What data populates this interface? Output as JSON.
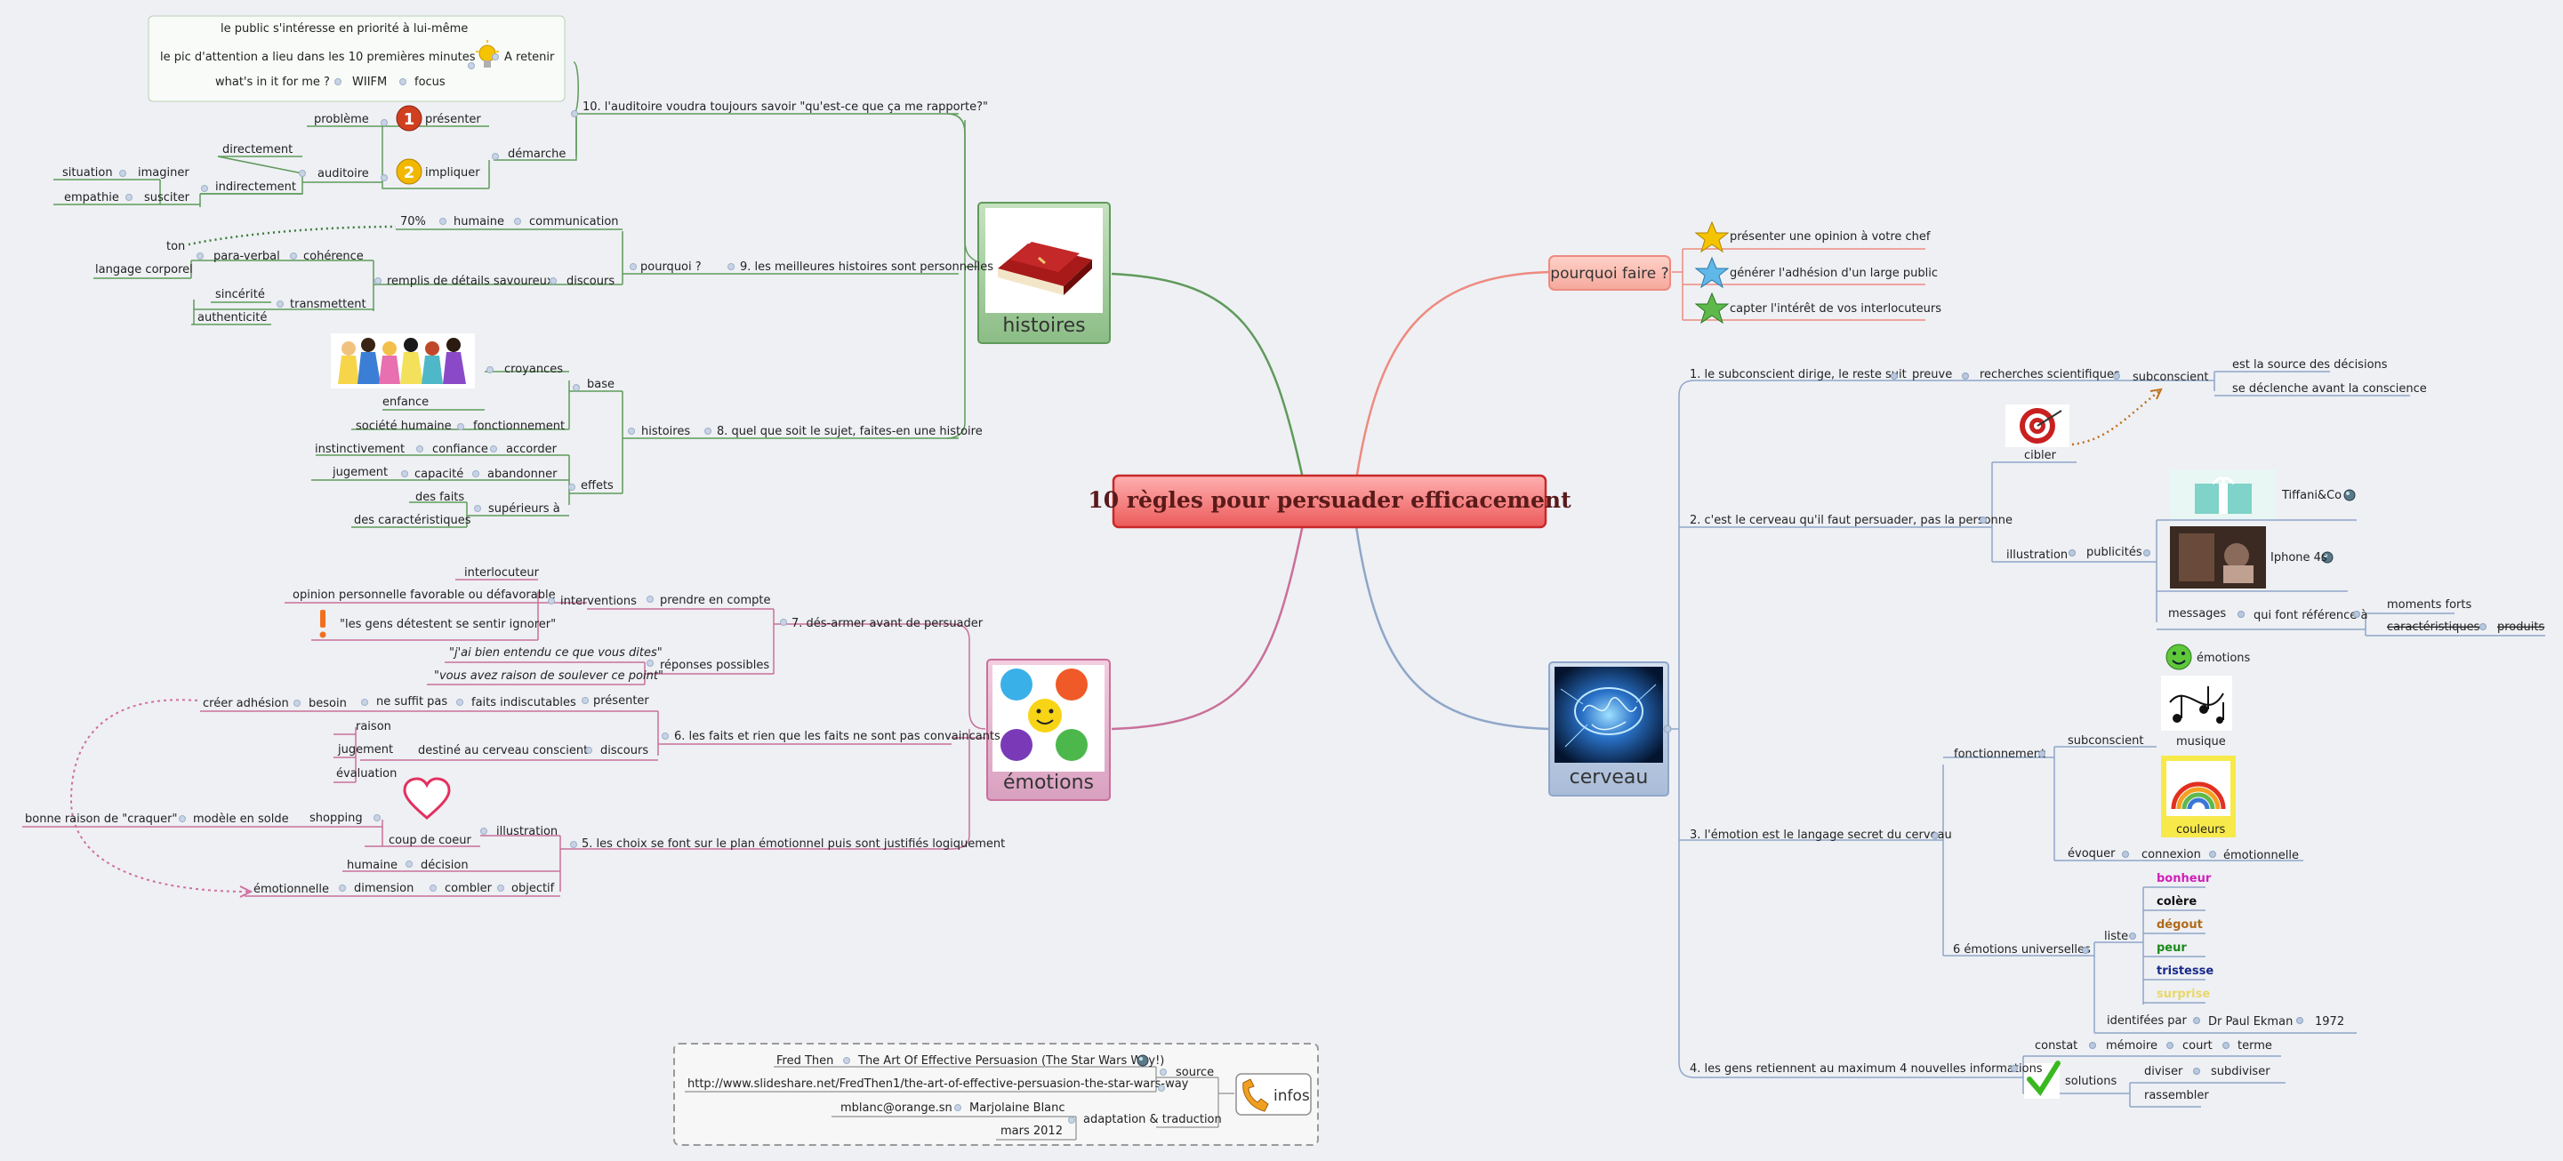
{
  "central": "10 règles pour persuader efficacement",
  "branches": {
    "histoires": {
      "caption": "histoires",
      "rule10": {
        "title": "10. l'auditoire voudra toujours savoir \"qu'est-ce que ça me rapporte?\"",
        "retenir": "A retenir",
        "retenir_items": [
          "le public s'intéresse en priorité à lui-même",
          "le pic d'attention a lieu dans les 10 premières minutes",
          "what's in it for me ?",
          "WIIFM",
          "focus"
        ],
        "demarche": "démarche",
        "presenter": "présenter",
        "probleme": "problème",
        "impliquer": "impliquer",
        "auditoire": "auditoire",
        "directement": "directement",
        "indirectement": "indirectement",
        "imaginer": "imaginer",
        "situation": "situation",
        "susciter": "susciter",
        "empathie": "empathie"
      },
      "rule9": {
        "title": "9. les meilleures histoires sont personnelles",
        "pourquoi": "pourquoi ?",
        "communication": "communication",
        "humaine": "humaine",
        "pct": "70%",
        "discours": "discours",
        "remplis": "remplis de détails savoureux",
        "coherence": "cohérence",
        "para_verbal": "para-verbal",
        "ton": "ton",
        "langage": "langage corporel",
        "transmettent": "transmettent",
        "sincerite": "sincérité",
        "authenticite": "authenticité"
      },
      "rule8": {
        "title": "8. quel que soit le sujet, faites-en une histoire",
        "histoires": "histoires",
        "base": "base",
        "croyances": "croyances",
        "enfance": "enfance",
        "fonctionnement": "fonctionnement",
        "societe": "société humaine",
        "effets": "effets",
        "accorder": "accorder",
        "confiance": "confiance",
        "instinctivement": "instinctivement",
        "abandonner": "abandonner",
        "capacite": "capacité",
        "jugement": "jugement",
        "superieurs": "supérieurs à",
        "des_faits": "des faits",
        "des_carac": "des caractéristiques"
      }
    },
    "emotions": {
      "caption": "émotions",
      "rule7": {
        "title": "7. dés-armer avant de persuader",
        "prendre": "prendre en compte",
        "interventions": "interventions",
        "interlocuteur": "interlocuteur",
        "opinion": "opinion personnelle favorable ou défavorable",
        "detestent": "\"les gens détestent se sentir ignorer\"",
        "reponses": "réponses possibles",
        "r1": "\"j'ai bien entendu ce que vous dites\"",
        "r2": "\"vous avez raison de soulever ce point\""
      },
      "rule6": {
        "title": "6. les faits et rien que les faits ne sont pas convaincants",
        "presenter": "présenter",
        "faits": "faits indiscutables",
        "suffit": "ne suffit pas",
        "besoin": "besoin",
        "creer": "créer adhésion",
        "discours": "discours",
        "destine": "destiné au cerveau conscient",
        "raison": "raison",
        "jugement": "jugement",
        "evaluation": "évaluation"
      },
      "rule5": {
        "title": "5. les choix se font sur le plan émotionnel puis sont justifiés logiquement",
        "illustration": "illustration",
        "coup": "coup de coeur",
        "shopping": "shopping",
        "modele": "modèle en solde",
        "bonne": "bonne raison de \"craquer\"",
        "decision": "décision",
        "humaine": "humaine",
        "objectif": "objectif",
        "combler": "combler",
        "dimension": "dimension",
        "emotionnelle": "émotionnelle"
      }
    },
    "infos": {
      "caption": "infos",
      "source": "source",
      "author": "Fred Then",
      "work": "The Art Of Effective Persuasion (The Star Wars Way!)",
      "url": "http://www.slideshare.net/FredThen1/the-art-of-effective-persuasion-the-star-wars-way",
      "adaptation": "adaptation & traduction",
      "translator": "Marjolaine Blanc",
      "email": "mblanc@orange.sn",
      "date": "mars 2012"
    },
    "pourquoi": {
      "caption": "pourquoi faire ?",
      "items": [
        "présenter une opinion à votre chef",
        "générer l'adhésion d'un large public",
        "capter l'intérêt de vos interlocuteurs"
      ]
    },
    "cerveau": {
      "caption": "cerveau",
      "rule1": {
        "title": "1. le subconscient dirige, le reste suit",
        "preuve": "preuve",
        "recherches": "recherches scientifiques",
        "subconscient": "subconscient",
        "source": "est la source des décisions",
        "declenche": "se déclenche avant la conscience"
      },
      "rule2": {
        "title": "2. c'est le cerveau qu'il faut persuader, pas la personne",
        "cibler": "cibler",
        "illustration": "illustration",
        "publicites": "publicités",
        "tiffany": "Tiffani&Co",
        "iphone": "Iphone 4s",
        "messages": "messages",
        "qui_font": "qui font référence à",
        "moments": "moments forts",
        "carac": "caractéristiques",
        "produits": "produits"
      },
      "rule3": {
        "title": "3. l'émotion est le langage secret du cerveau",
        "fonctionnement": "fonctionnement",
        "subconscient": "subconscient",
        "emotions": "émotions",
        "musique": "musique",
        "couleurs": "couleurs",
        "evoquer": "évoquer",
        "connexion": "connexion",
        "emotionnelle": "émotionnelle",
        "six": "6 émotions universelles",
        "liste": "liste",
        "identifiees": "identifées par",
        "ekman": "Dr Paul Ekman",
        "year": "1972",
        "emotion_list": [
          {
            "label": "bonheur",
            "color": "#d020b8"
          },
          {
            "label": "colère",
            "color": "#111111"
          },
          {
            "label": "dégout",
            "color": "#b06a1a"
          },
          {
            "label": "peur",
            "color": "#1a8a1a"
          },
          {
            "label": "tristesse",
            "color": "#1a2a8a"
          },
          {
            "label": "surprise",
            "color": "#e8d86a"
          }
        ]
      },
      "rule4": {
        "title": "4. les gens retiennent au maximum 4 nouvelles informations",
        "constat": "constat",
        "memoire": "mémoire",
        "court": "court",
        "terme": "terme",
        "solutions": "solutions",
        "diviser": "diviser",
        "subdiviser": "subdiviser",
        "rassembler": "rassembler"
      }
    }
  },
  "colors": {
    "green": "#5f9a5a",
    "pink": "#c9709a",
    "salmon": "#ee8a80",
    "blue": "#8fa6c8",
    "central_fill": "#f07070",
    "central_border": "#c82828"
  }
}
